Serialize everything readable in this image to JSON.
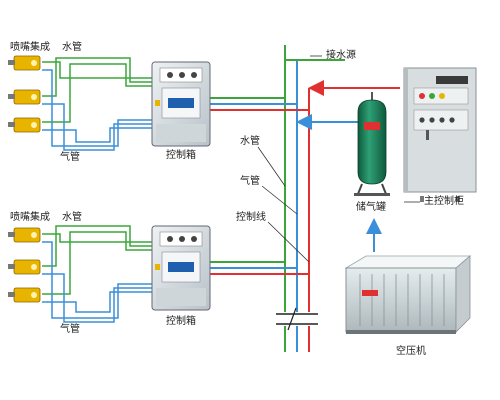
{
  "labels": {
    "nozzle_group_top": "喷嘴集成",
    "water_pipe_top": "水管",
    "air_pipe_top": "气管",
    "control_box_top": "控制箱",
    "nozzle_group_bottom": "喷嘴集成",
    "water_pipe_bottom": "水管",
    "air_pipe_bottom": "气管",
    "control_box_bottom": "控制箱",
    "water_source": "接水源",
    "water_pipe_mid": "水管",
    "air_pipe_mid": "气管",
    "control_line_mid": "控制线",
    "air_tank": "储气罐",
    "main_cabinet": "主控制柜",
    "compressor": "空压机"
  },
  "colors": {
    "water": "#3aa63a",
    "air": "#3a8fd8",
    "control": "#e03030",
    "cabinet": "#d8dde0",
    "tank": "#1f7a55",
    "nozzle": "#e8b400"
  }
}
